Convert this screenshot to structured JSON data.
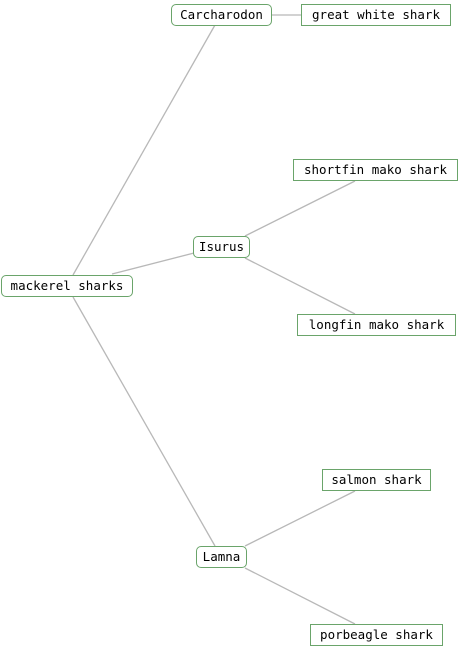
{
  "tree": {
    "root": {
      "label": "mackerel sharks"
    },
    "genera": [
      {
        "label": "Carcharodon",
        "species": [
          "great white shark"
        ]
      },
      {
        "label": "Isurus",
        "species": [
          "shortfin mako shark",
          "longfin mako shark"
        ]
      },
      {
        "label": "Lamna",
        "species": [
          "salmon shark",
          "porbeagle shark"
        ]
      }
    ]
  },
  "colors": {
    "node_border": "#6aa46a",
    "edge": "#b8b8b8"
  }
}
